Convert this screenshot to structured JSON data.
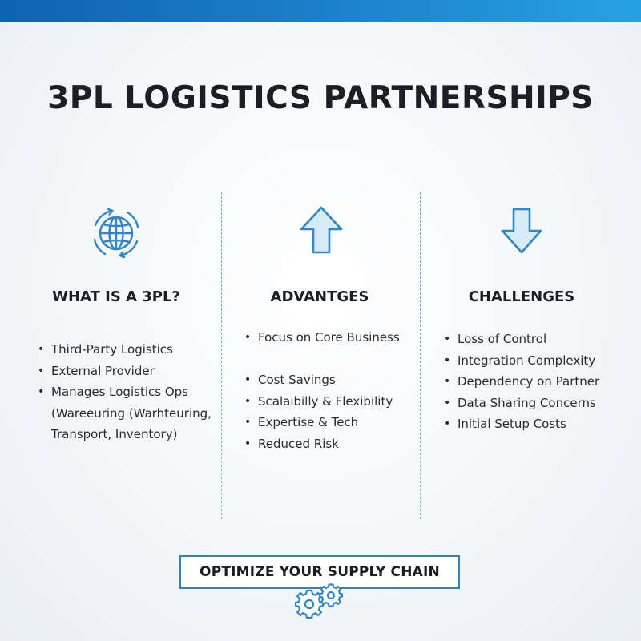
{
  "title": "3PL LOGISTICS PARTNERSHIPS",
  "columns": [
    {
      "heading": "WHAT IS A 3PL?",
      "icon": "globe-cycle-icon",
      "items": [
        "Third-Party Logistics",
        "External Provider",
        "Manages Logistics Ops"
      ],
      "wrapped_lines": [
        "(Wareeuring (Warhteuring,",
        "Transport, Inventory)"
      ]
    },
    {
      "heading": "ADVANTGES",
      "icon": "arrow-up-icon",
      "items": [
        "Focus on Core Business",
        "Cost Savings",
        "Scalaibilly & Flexibility",
        "Expertise & Tech",
        "Reduced Risk"
      ]
    },
    {
      "heading": "CHALLENGES",
      "icon": "arrow-down-icon",
      "items": [
        "Loss of Control",
        "Integration Complexity",
        "Dependency on Partner",
        "Data Sharing Concerns",
        "Initial Setup Costs"
      ]
    }
  ],
  "cta": {
    "label": "OPTIMIZE YOUR SUPPLY CHAIN",
    "icon": "gears-icon"
  },
  "colors": {
    "accent": "#2d83c9",
    "icon_stroke": "#2f86cc",
    "icon_fill": "#d6ebf8",
    "title": "#1a1f26"
  }
}
